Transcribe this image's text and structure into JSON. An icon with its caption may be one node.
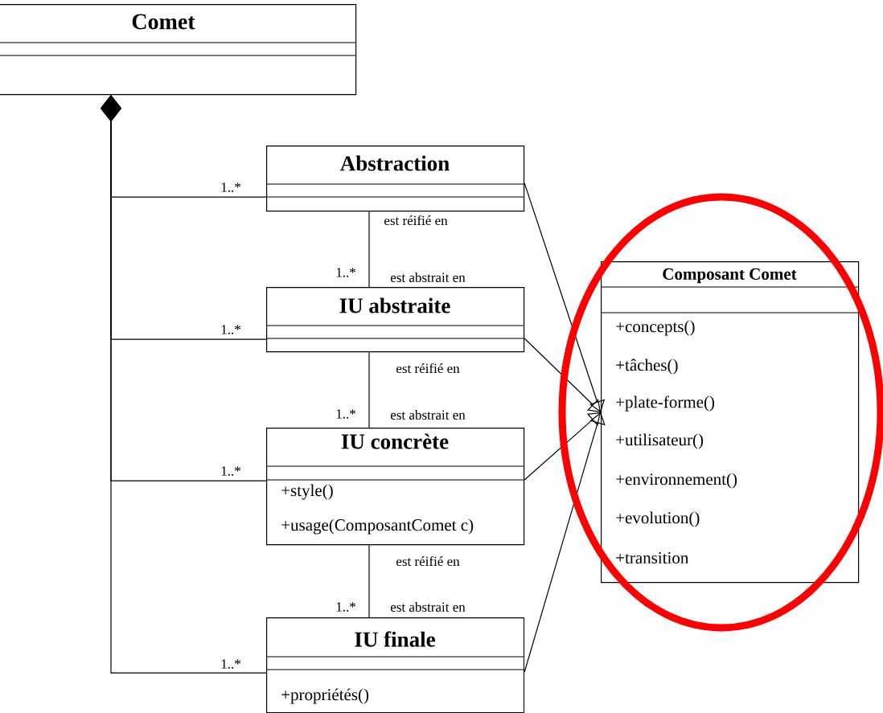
{
  "diagram": {
    "nodes": [
      {
        "text": [
          "Comet"
        ]
      },
      {
        "text": [
          "Abstraction"
        ]
      },
      {
        "text": [
          "IU abstraite"
        ]
      },
      {
        "text": [
          "IU concrète",
          "+style()",
          "+usage(ComposantComet c)"
        ]
      },
      {
        "text": [
          "IU finale",
          "+propriétés()"
        ]
      },
      {
        "text": [
          "Composant Comet",
          "+concepts()",
          "+tâches()",
          "+plate-forme()",
          "+utilisateur()",
          "+environnement()",
          "+evolution()",
          "+transition"
        ]
      }
    ],
    "edges": [
      {
        "from": 0,
        "to": 1,
        "arrow": "other",
        "label": "1..*"
      },
      {
        "from": 0,
        "to": 2,
        "arrow": "other",
        "label": "1..*"
      },
      {
        "from": 0,
        "to": 3,
        "arrow": "other",
        "label": "1..*"
      },
      {
        "from": 0,
        "to": 4,
        "arrow": "other",
        "label": "1..*"
      },
      {
        "from": 1,
        "to": 2,
        "arrow": "none",
        "label": "est réifié en"
      },
      {
        "from": 2,
        "to": 3,
        "arrow": "none",
        "label": "est réifié en"
      },
      {
        "from": 3,
        "to": 4,
        "arrow": "none",
        "label": "est réifié en"
      },
      {
        "from": 1,
        "to": 5,
        "arrow": "to"
      },
      {
        "from": 2,
        "to": 5,
        "arrow": "to"
      },
      {
        "from": 3,
        "to": 5,
        "arrow": "to"
      },
      {
        "from": 4,
        "to": 5,
        "arrow": "to"
      }
    ],
    "labels": [
      "1..*",
      "est abstrait en",
      "1..*",
      "est abstrait en",
      "1..*",
      "est abstrait en"
    ]
  }
}
